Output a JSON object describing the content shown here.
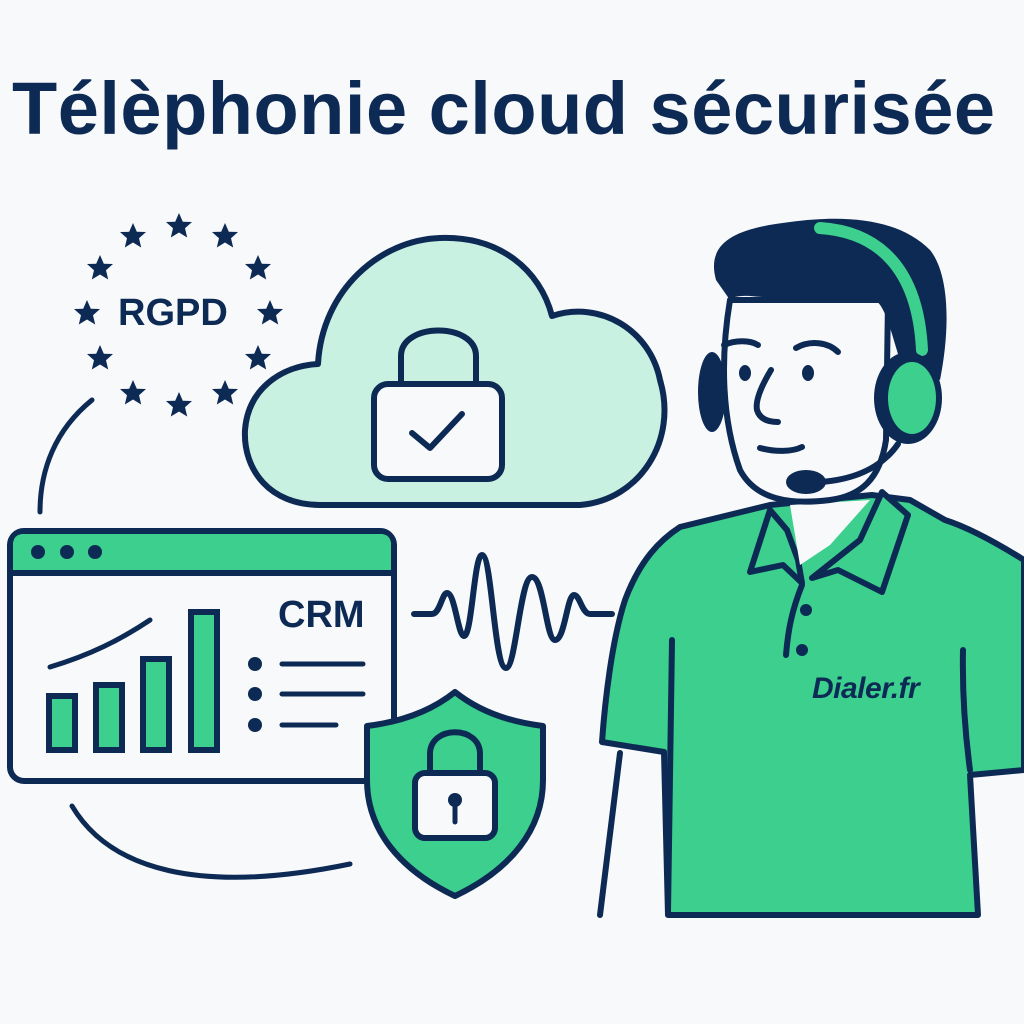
{
  "title": "Télèphonie cloud sécurisée",
  "colors": {
    "ink": "#0d2a55",
    "green": "#3ccf8e",
    "mint": "#c9f1e1",
    "background": "#f8f9fa",
    "white": "#ffffff"
  },
  "rgpd_badge": {
    "label": "RGPD",
    "star_count": 12
  },
  "cloud": {
    "icon": "padlock-check-icon"
  },
  "crm_window": {
    "label": "CRM",
    "window_dots": 3,
    "bars": [
      1,
      2,
      3,
      4
    ],
    "list_items": 3
  },
  "shield": {
    "icon": "padlock-keyhole-icon"
  },
  "waveform": {
    "icon": "audio-wave-icon"
  },
  "agent": {
    "shirt_brand": "Dialer.fr",
    "headset": "headset-icon"
  }
}
